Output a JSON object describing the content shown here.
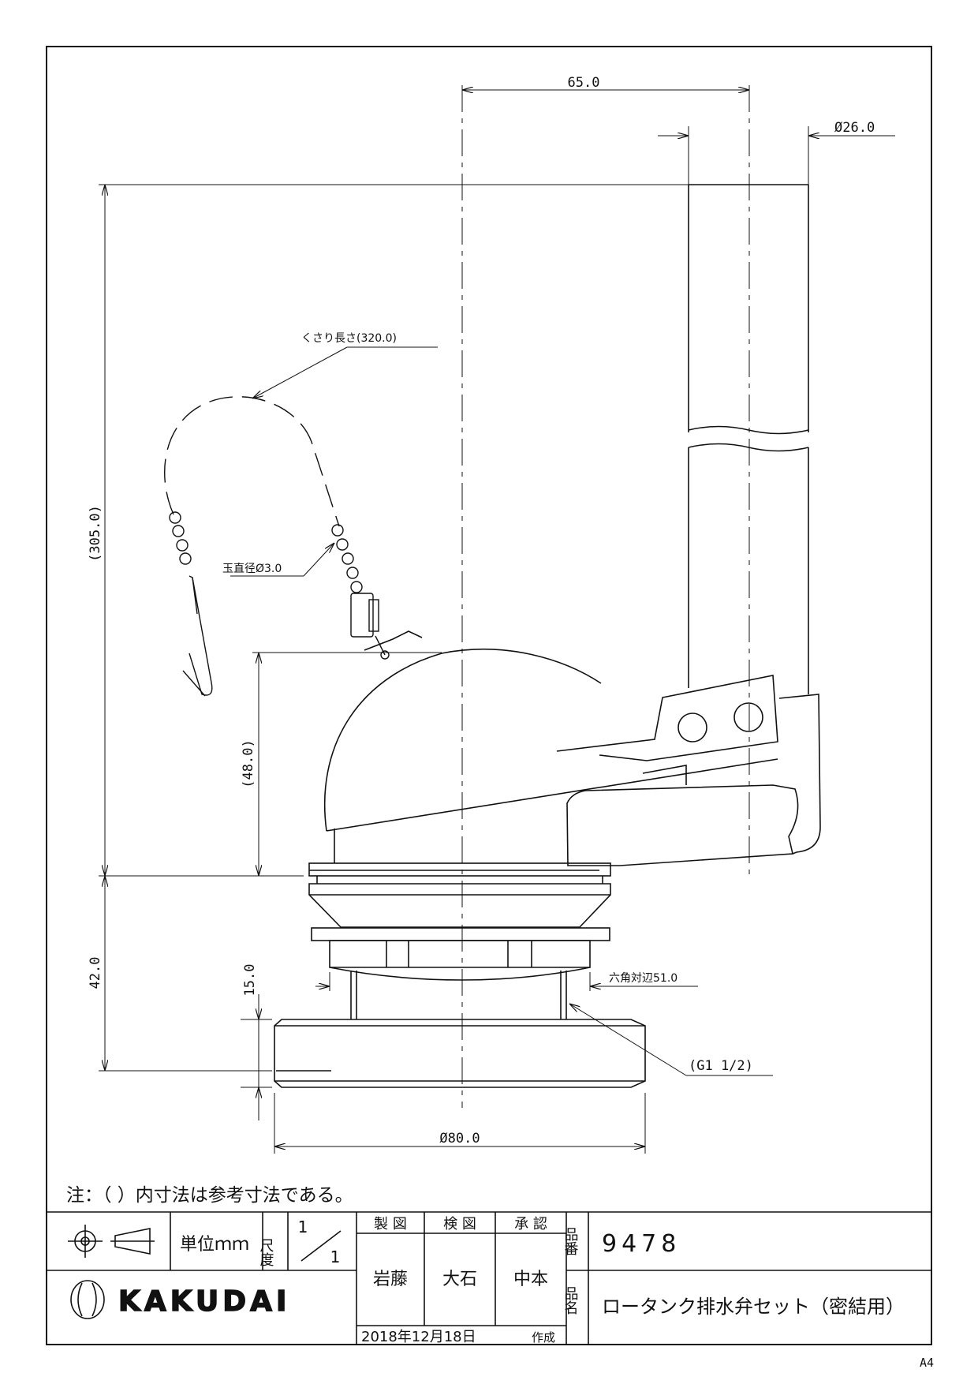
{
  "dimensions": {
    "centre_offset": "65.0",
    "pipe_diameter": "Ø26.0",
    "overall_height": "(305.0)",
    "chain_length": "くさり長さ(320.0)",
    "ball_diameter": "玉直径Ø3.0",
    "flapper_height": "(48.0)",
    "base_height": "42.0",
    "nut_height": "15.0",
    "hex_across_flats": "六角対辺51.0",
    "thread": "(G1 1/2)",
    "base_diameter": "Ø80.0"
  },
  "note": "注：（ ）内寸法は参考寸法である。",
  "title_block": {
    "unit": "単位ｍｍ",
    "scale_label": "尺度",
    "scale_num": "1",
    "scale_den": "1",
    "drawn_label": "製 図",
    "checked_label": "検 図",
    "approved_label": "承 認",
    "drawn_by": "岩藤",
    "checked_by": "大石",
    "approved_by": "中本",
    "part_no_label": "品番",
    "part_no": "9478",
    "part_name_label": "品名",
    "part_name": "ロータンク排水弁セット（密結用）",
    "brand": "KAKUDAI",
    "date": "2018年12月18日",
    "created_label": "作成"
  },
  "paper_size": "A4"
}
